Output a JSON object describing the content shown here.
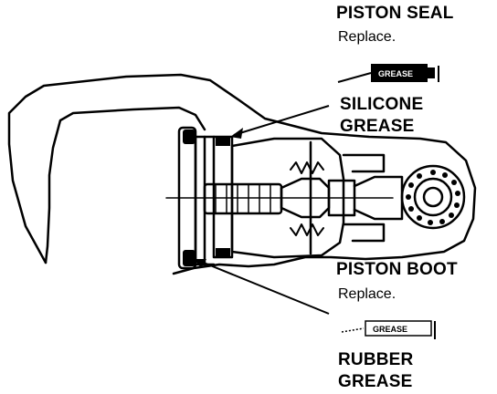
{
  "labels": {
    "piston_seal": {
      "title": "PISTON SEAL",
      "note": "Replace."
    },
    "silicone_grease": {
      "line1": "SILICONE",
      "line2": "GREASE"
    },
    "piston_boot": {
      "title": "PISTON BOOT",
      "note": "Replace."
    },
    "rubber_grease": {
      "line1": "RUBBER",
      "line2": "GREASE"
    }
  },
  "symbols": {
    "silicone_tube_text": "GREASE",
    "rubber_tube_text": "GREASE"
  },
  "colors": {
    "ink": "#000000",
    "paper": "#ffffff"
  }
}
